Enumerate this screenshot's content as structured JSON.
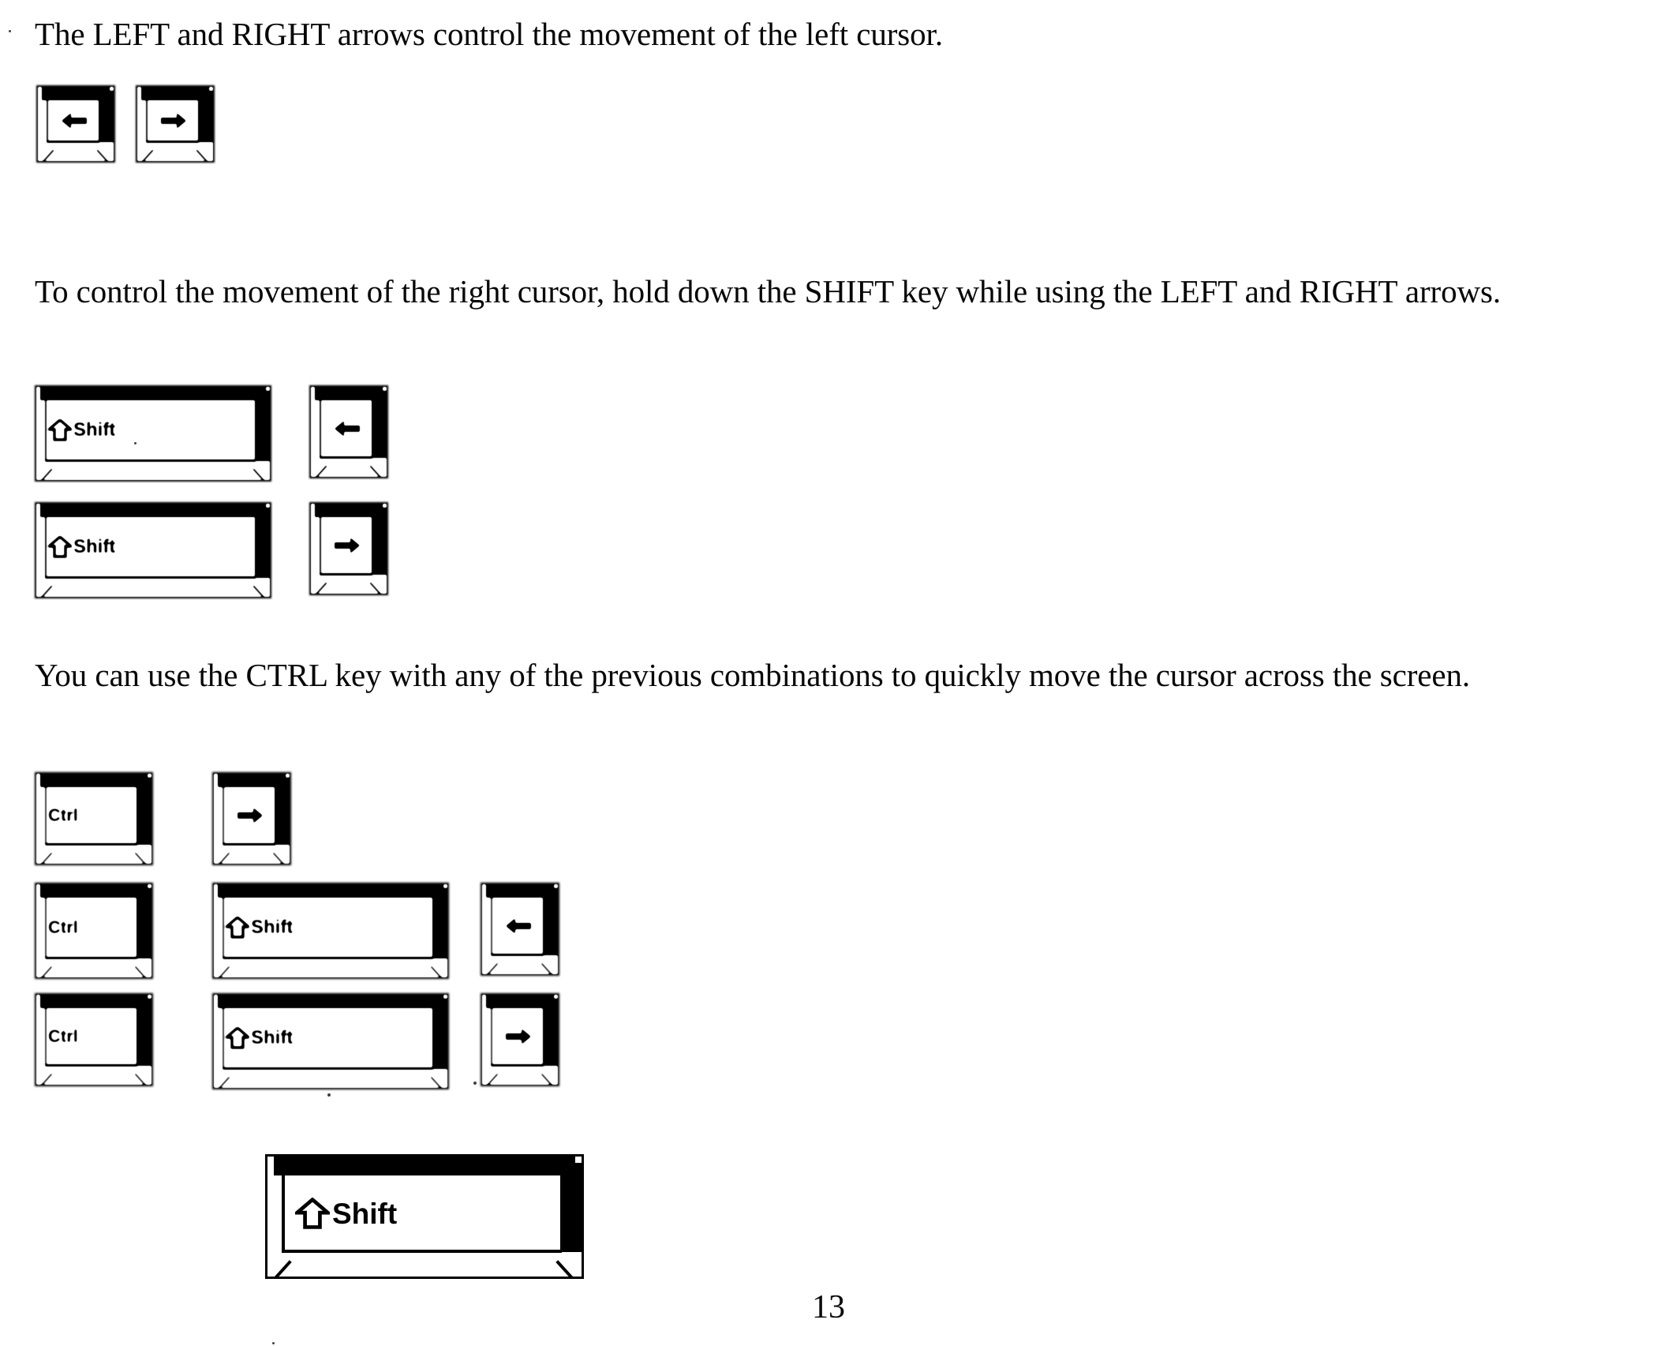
{
  "document": {
    "page_number": "13",
    "paragraphs": [
      "The LEFT and RIGHT arrows control the movement of the left cursor.",
      "To control the movement of the right cursor, hold down the SHIFT key while using the LEFT and RIGHT arrows.",
      "You can use the CTRL key with any of the previous combinations to quickly move the cursor across the screen."
    ]
  },
  "key_labels": {
    "shift": "Shift",
    "ctrl": "Ctrl",
    "arrow_left": "←",
    "arrow_right": "→",
    "shift_up_arrow": "⇧"
  },
  "diagrams": [
    {
      "id": "arrows-basic",
      "caption_ref": "The LEFT and RIGHT arrows control the movement of the left cursor.",
      "rows": [
        {
          "keys": [
            "arrow-left",
            "arrow-right"
          ]
        }
      ]
    },
    {
      "id": "shift-arrows",
      "caption_ref": "To control the movement of the right cursor, hold down the SHIFT key while using the LEFT and RIGHT arrows.",
      "rows": [
        {
          "keys": [
            "shift",
            "arrow-left"
          ]
        },
        {
          "keys": [
            "shift",
            "arrow-right"
          ]
        }
      ]
    },
    {
      "id": "ctrl-combos",
      "caption_ref": "You can use the CTRL key with any of the previous combinations to quickly move the cursor across the screen.",
      "rows": [
        {
          "keys": [
            "ctrl",
            "arrow-right"
          ]
        },
        {
          "keys": [
            "ctrl",
            "shift",
            "arrow-left"
          ]
        },
        {
          "keys": [
            "ctrl",
            "shift",
            "arrow-right"
          ]
        }
      ]
    },
    {
      "id": "shift-standalone",
      "rows": [
        {
          "keys": [
            "shift"
          ]
        }
      ]
    }
  ],
  "colors": {
    "ink": "#000000",
    "paper": "#ffffff"
  }
}
